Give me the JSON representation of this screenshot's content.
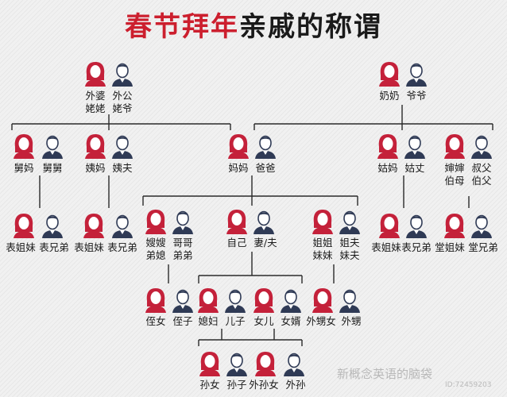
{
  "title": {
    "part_a": "春节拜年",
    "part_b": "亲戚的称谓"
  },
  "colors": {
    "female": "#c4213a",
    "male": "#2f3a55",
    "title_red": "#cc1f2e",
    "line": "#2a2a2a"
  },
  "icons": {
    "female": "woman-icon",
    "male": "man-icon"
  },
  "groups": [
    {
      "id": "maternal-grandparents",
      "icons": [
        "female",
        "male"
      ],
      "labels": [
        [
          "外婆",
          "姥姥"
        ],
        [
          "外公",
          "姥爷"
        ]
      ]
    },
    {
      "id": "paternal-grandparents",
      "icons": [
        "female",
        "male"
      ],
      "labels": [
        [
          "奶奶"
        ],
        [
          "爷爷"
        ]
      ]
    },
    {
      "id": "maternal-uncle",
      "icons": [
        "female",
        "male"
      ],
      "labels": [
        [
          "舅妈"
        ],
        [
          "舅舅"
        ]
      ]
    },
    {
      "id": "maternal-aunt",
      "icons": [
        "female",
        "male"
      ],
      "labels": [
        [
          "姨妈"
        ],
        [
          "姨夫"
        ]
      ]
    },
    {
      "id": "parents",
      "icons": [
        "female",
        "male"
      ],
      "labels": [
        [
          "妈妈"
        ],
        [
          "爸爸"
        ]
      ]
    },
    {
      "id": "paternal-aunt",
      "icons": [
        "female",
        "male"
      ],
      "labels": [
        [
          "姑妈"
        ],
        [
          "姑丈"
        ]
      ]
    },
    {
      "id": "paternal-uncle",
      "icons": [
        "female",
        "male"
      ],
      "labels": [
        [
          "婶婶",
          "伯母"
        ],
        [
          "叔父",
          "伯父"
        ]
      ]
    },
    {
      "id": "cousins-1",
      "icons": [
        "female",
        "male"
      ],
      "labels": [
        [
          "表姐妹"
        ],
        [
          "表兄弟"
        ]
      ]
    },
    {
      "id": "cousins-2",
      "icons": [
        "female",
        "male"
      ],
      "labels": [
        [
          "表姐妹"
        ],
        [
          "表兄弟"
        ]
      ]
    },
    {
      "id": "brothers",
      "icons": [
        "female",
        "male"
      ],
      "labels": [
        [
          "嫂嫂",
          "弟媳"
        ],
        [
          "哥哥",
          "弟弟"
        ]
      ]
    },
    {
      "id": "self",
      "icons": [
        "female",
        "male"
      ],
      "labels": [
        [
          "自己"
        ],
        [
          "妻/夫"
        ]
      ]
    },
    {
      "id": "sisters",
      "icons": [
        "female",
        "male"
      ],
      "labels": [
        [
          "姐姐",
          "妹妹"
        ],
        [
          "姐夫",
          "妹夫"
        ]
      ]
    },
    {
      "id": "cousins-3",
      "icons": [
        "female",
        "male"
      ],
      "labels": [
        [
          "表姐妹"
        ],
        [
          "表兄弟"
        ]
      ]
    },
    {
      "id": "cousins-4",
      "icons": [
        "female",
        "male"
      ],
      "labels": [
        [
          "堂姐妹"
        ],
        [
          "堂兄弟"
        ]
      ]
    },
    {
      "id": "nephews",
      "icons": [
        "female",
        "male"
      ],
      "labels": [
        [
          "侄女"
        ],
        [
          "侄子"
        ]
      ]
    },
    {
      "id": "son",
      "icons": [
        "female",
        "male"
      ],
      "labels": [
        [
          "媳妇"
        ],
        [
          "儿子"
        ]
      ]
    },
    {
      "id": "daughter",
      "icons": [
        "female",
        "male"
      ],
      "labels": [
        [
          "女儿"
        ],
        [
          "女婿"
        ]
      ]
    },
    {
      "id": "sister-children",
      "icons": [
        "female",
        "male"
      ],
      "labels": [
        [
          "外甥女"
        ],
        [
          "外甥"
        ]
      ]
    },
    {
      "id": "grandchildren",
      "icons": [
        "female",
        "male"
      ],
      "labels": [
        [
          "孙女"
        ],
        [
          "孙子"
        ]
      ]
    },
    {
      "id": "daughter-grandchildren",
      "icons": [
        "female",
        "male"
      ],
      "labels": [
        [
          "外孙女"
        ],
        [
          "外孙"
        ]
      ]
    }
  ],
  "watermark": {
    "account": "新概念英语的脑袋",
    "id_line": "ID:72459203"
  }
}
